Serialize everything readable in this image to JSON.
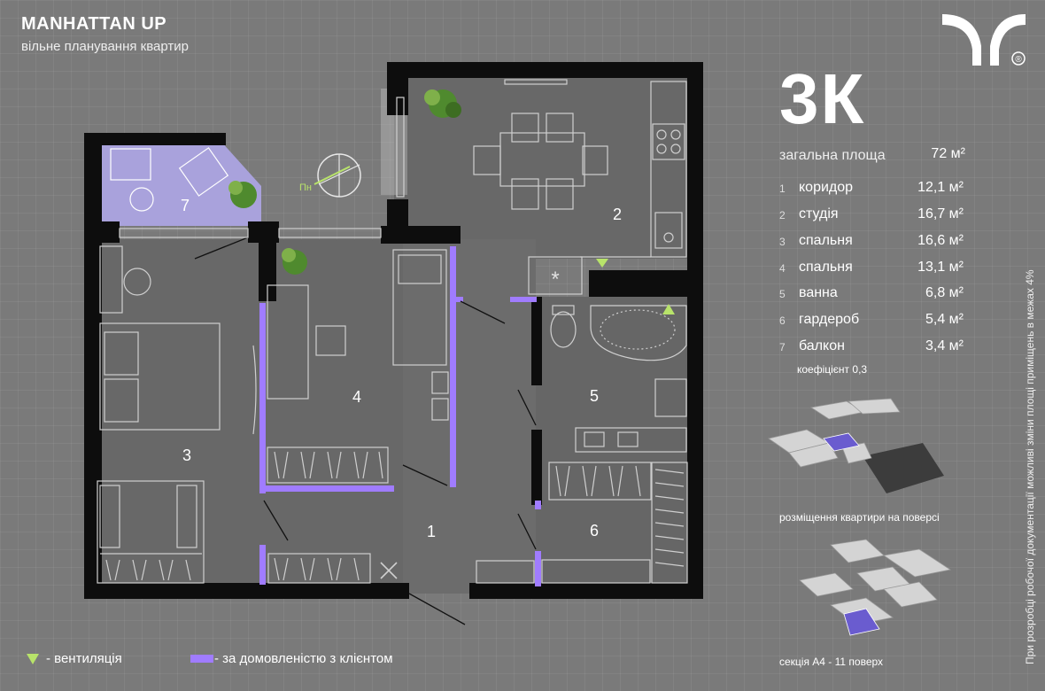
{
  "brand": {
    "title": "MANHATTAN UP",
    "subtitle": "вільне планування квартир",
    "logo_icon": "y-logo-icon",
    "registered_mark": "®"
  },
  "apartment": {
    "type": "3К",
    "total_label": "загальна площа",
    "total_value": "72 м²",
    "rooms": [
      {
        "number": "1",
        "name": "коридор",
        "area": "12,1 м²"
      },
      {
        "number": "2",
        "name": "студія",
        "area": "16,7 м²"
      },
      {
        "number": "3",
        "name": "спальня",
        "area": "16,6 м²"
      },
      {
        "number": "4",
        "name": "спальня",
        "area": "13,1 м²"
      },
      {
        "number": "5",
        "name": "ванна",
        "area": "6,8 м²"
      },
      {
        "number": "6",
        "name": "гардероб",
        "area": "5,4 м²"
      },
      {
        "number": "7",
        "name": "балкон",
        "area": "3,4 м²"
      }
    ],
    "coefficient": "коефіцієнт 0,3"
  },
  "plan": {
    "room_labels": [
      "1",
      "2",
      "3",
      "4",
      "5",
      "6",
      "7"
    ],
    "compass_label": "Пн"
  },
  "captions": {
    "floor_position": "розміщення квартири на поверсі",
    "section": "секція А4 - 11 поверх",
    "side_note": "При розробці робочої документації можливі зміни площі приміщень в межах 4%"
  },
  "legend": {
    "ventilation": "- вентиляція",
    "client_walls": "- за домовленістю з клієнтом"
  },
  "colors": {
    "background": "#7a7a7a",
    "wall": "#0d0d0d",
    "floor": "#6a6a6a",
    "client_wall": "#a07cff",
    "ventilation": "#b8e36a",
    "balcony": "#a9a2dc",
    "highlight": "#6a5ccf"
  }
}
